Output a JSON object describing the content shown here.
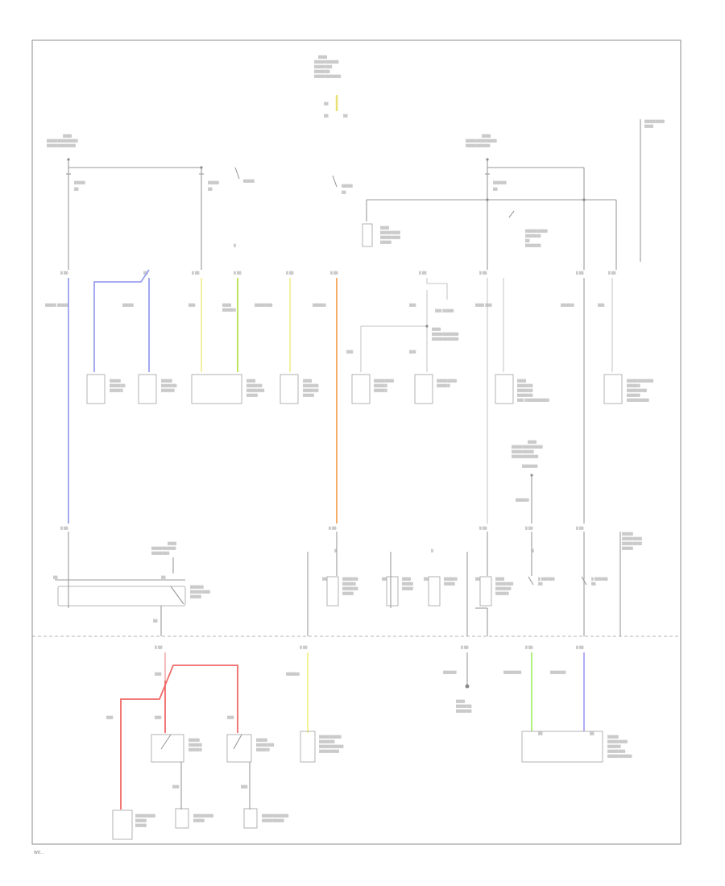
{
  "diagram_code": "W0...",
  "colors": {
    "blue": "#9aa0ee",
    "yellow": "#f2ef9a",
    "yellow_green": "#b6e34a",
    "orange": "#f5a45c",
    "white": "#e2e2e2",
    "red": "#f06a6a",
    "pink": "#f4b6b6",
    "light_yellow": "#f4f08a",
    "green": "#a8f070",
    "purple_blue": "#a8a8f2"
  },
  "icons": [
    "ground-symbol",
    "switch-symbol",
    "relay-coil-symbol"
  ]
}
